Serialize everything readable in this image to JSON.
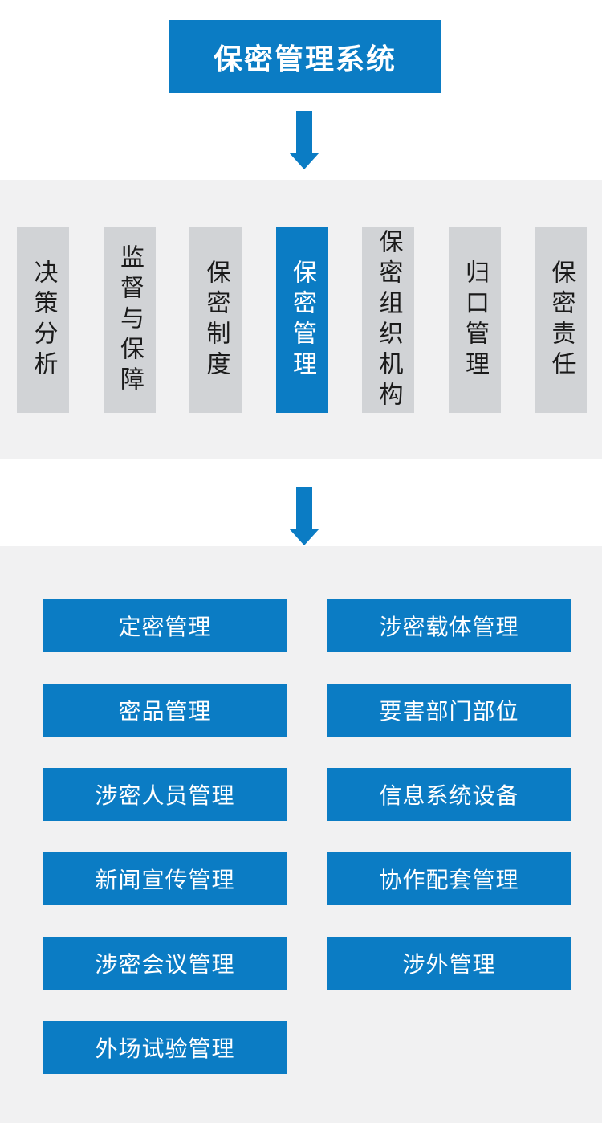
{
  "colors": {
    "primary_blue": "#0b7cc4",
    "section_bg": "#f1f1f2",
    "column_bg": "#d1d3d6",
    "column_text": "#1a1a1a",
    "button_text": "#ffffff"
  },
  "header": {
    "title": "保密管理系统"
  },
  "level2": {
    "active_index": 3,
    "items": [
      {
        "label": "决策分析"
      },
      {
        "label": "监督与保障"
      },
      {
        "label": "保密制度"
      },
      {
        "label": "保密管理"
      },
      {
        "label": "保密组织机构"
      },
      {
        "label": "归口管理"
      },
      {
        "label": "保密责任"
      }
    ]
  },
  "level3": {
    "left_buttons": [
      {
        "label": "定密管理"
      },
      {
        "label": "密品管理"
      },
      {
        "label": "涉密人员管理"
      },
      {
        "label": "新闻宣传管理"
      },
      {
        "label": "涉密会议管理"
      },
      {
        "label": "外场试验管理"
      }
    ],
    "right_buttons": [
      {
        "label": "涉密载体管理"
      },
      {
        "label": "要害部门部位"
      },
      {
        "label": "信息系统设备"
      },
      {
        "label": "协作配套管理"
      },
      {
        "label": "涉外管理"
      }
    ]
  }
}
